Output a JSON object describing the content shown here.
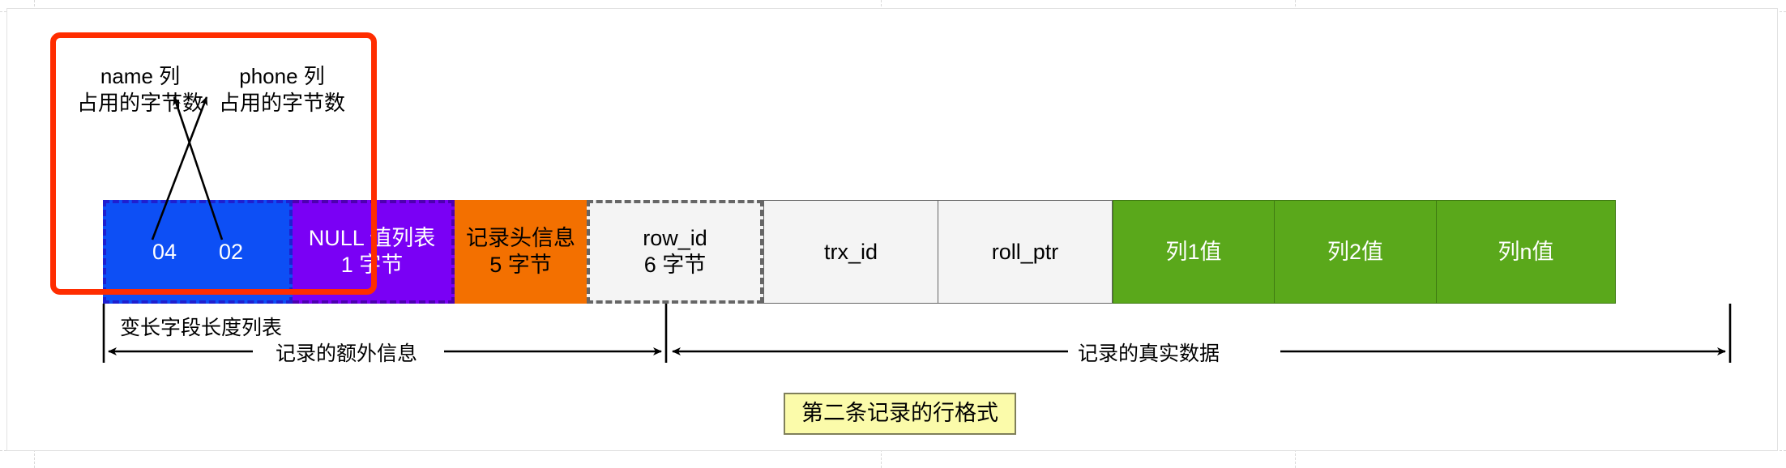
{
  "diagram": {
    "title_caption": "第二条记录的行格式",
    "callouts": {
      "name_col": "name 列\n占用的字节数",
      "name_col_line1": "name 列",
      "name_col_line2": "占用的字节数",
      "phone_col_line1": "phone 列",
      "phone_col_line2": "占用的字节数"
    },
    "segments": [
      {
        "id": "varlen-field-length-list",
        "line1": "",
        "line2": "",
        "values": [
          "04",
          "02"
        ],
        "fill": "#0d4ff5",
        "stroke": "#1f1fd0",
        "border_style": "dashed",
        "text_color": "#ffffff"
      },
      {
        "id": "null-value-list",
        "line1": "NULL 值列表",
        "line2": "1 字节",
        "fill": "#7a00f5",
        "stroke": "#4d00b0",
        "border_style": "dashed",
        "text_color": "#ffffff"
      },
      {
        "id": "record-header",
        "line1": "记录头信息",
        "line2": "5 字节",
        "fill": "#f37000",
        "stroke": "#f37000",
        "border_style": "solid",
        "text_color": "#000000"
      },
      {
        "id": "row-id",
        "line1": "row_id",
        "line2": "6 字节",
        "fill": "#f4f4f4",
        "stroke": "#666666",
        "border_style": "dashed",
        "text_color": "#000000"
      },
      {
        "id": "trx-id",
        "line1": "trx_id",
        "line2": "",
        "fill": "#f4f4f4",
        "stroke": "#666666",
        "border_style": "solid",
        "text_color": "#000000"
      },
      {
        "id": "roll-ptr",
        "line1": "roll_ptr",
        "line2": "",
        "fill": "#f4f4f4",
        "stroke": "#666666",
        "border_style": "solid",
        "text_color": "#000000"
      },
      {
        "id": "column-1-value",
        "line1": "列1值",
        "line2": "",
        "fill": "#5aa81b",
        "stroke": "#3f7a12",
        "border_style": "solid",
        "text_color": "#ffffff"
      },
      {
        "id": "column-2-value",
        "line1": "列2值",
        "line2": "",
        "fill": "#5aa81b",
        "stroke": "#3f7a12",
        "border_style": "solid",
        "text_color": "#ffffff"
      },
      {
        "id": "column-n-value",
        "line1": "列n值",
        "line2": "",
        "fill": "#5aa81b",
        "stroke": "#3f7a12",
        "border_style": "solid",
        "text_color": "#ffffff"
      }
    ],
    "brackets": {
      "varlen_label": "变长字段长度列表",
      "extra_info_label": "记录的额外信息",
      "real_data_label": "记录的真实数据"
    },
    "highlight_color": "#ff2d00"
  }
}
